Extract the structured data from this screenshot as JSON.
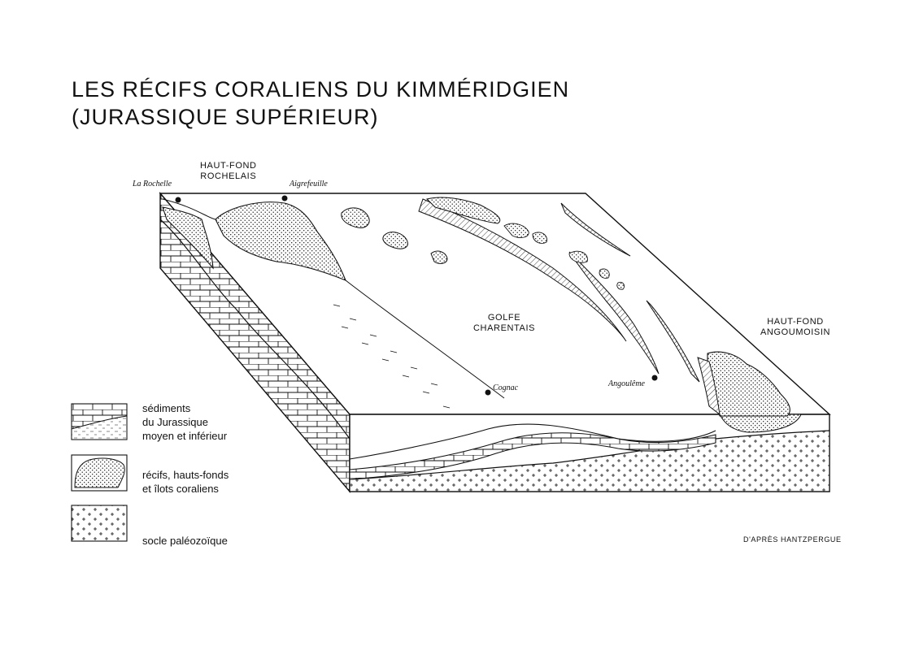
{
  "title": {
    "line1": "LES RÉCIFS CORALIENS DU KIMMÉRIDGIEN",
    "line2": "(JURASSIQUE SUPÉRIEUR)"
  },
  "regions": {
    "haut_fond_rochelais": [
      "HAUT-FOND",
      "ROCHELAIS"
    ],
    "golfe_charentais": [
      "GOLFE",
      "CHARENTAIS"
    ],
    "haut_fond_angoumoisin": [
      "HAUT-FOND",
      "ANGOUMOISIN"
    ]
  },
  "cities": {
    "la_rochelle": "La Rochelle",
    "aigrefeuille": "Aigrefeuille",
    "cognac": "Cognac",
    "angouleme": "Angoulême"
  },
  "legend": [
    {
      "pattern": "sediments",
      "lines": [
        "sédiments",
        "du Jurassique",
        "moyen et inférieur"
      ]
    },
    {
      "pattern": "reefs",
      "lines": [
        "récifs, hauts-fonds",
        "et îlots coraliens"
      ]
    },
    {
      "pattern": "socle",
      "lines": [
        "socle paléozoïque"
      ]
    }
  ],
  "credit": "D'APRÈS HANTZPERGUE"
}
